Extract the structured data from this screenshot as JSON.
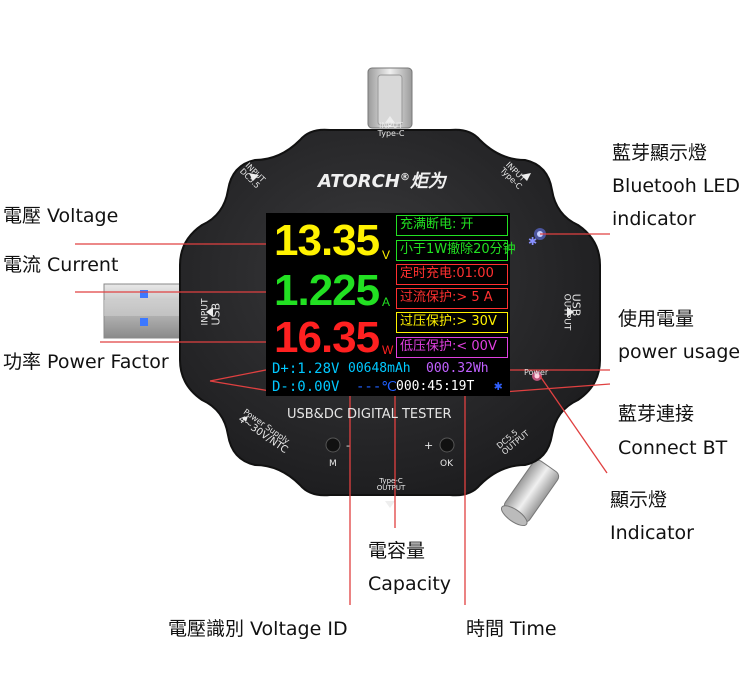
{
  "device": {
    "brand": "ATORCH",
    "brand_cn": "炬为",
    "product_label": "USB&DC DIGITAL TESTER",
    "ports": {
      "top": [
        "INPUT",
        "Type-C"
      ],
      "top_left": [
        "INPUT",
        "DC5.5"
      ],
      "top_right": [
        "INPUT",
        "Type-C"
      ],
      "left": [
        "INPUT",
        "USB"
      ],
      "right": [
        "USB",
        "OUTPUT"
      ],
      "bottom_left": [
        "Power Supply",
        "4~30V/NTC"
      ],
      "bottom_center": [
        "Type-C",
        "OUTPUT"
      ],
      "bottom_right": [
        "DC5.5",
        "OUTPUT"
      ]
    },
    "power_led_label": "Power",
    "buttons": {
      "m_label": "M",
      "m_sign": "-",
      "ok_label": "OK",
      "ok_sign": "+"
    }
  },
  "screen": {
    "voltage": {
      "value": "13.35",
      "unit": "V",
      "color": "#fff200"
    },
    "current": {
      "value": "1.225",
      "unit": "A",
      "color": "#22e022"
    },
    "power": {
      "value": "16.35",
      "unit": "W",
      "color": "#ff2020"
    },
    "right_panel": [
      {
        "text": "充满断电: 开",
        "color": "#22e022"
      },
      {
        "text": "小于1W撤除20分钟",
        "color": "#22e022"
      },
      {
        "text": "定时充电:01:00",
        "color": "#ff3030"
      },
      {
        "text": "过流保护:> 5 A",
        "color": "#ff3030"
      },
      {
        "text": "过压保护:> 30V",
        "color": "#fff200"
      },
      {
        "text": "低压保护:< 00V",
        "color": "#e040e0"
      }
    ],
    "dplus": "D+:1.28V",
    "capacity": "00648mAh",
    "energy": "000.32Wh",
    "dminus": "D-:0.00V",
    "temperature": "---℃",
    "timer": "000:45:19T",
    "bt_symbol": "✱"
  },
  "callouts": {
    "voltage": "電壓 Voltage",
    "current": "電流 Current",
    "power": "功率 Power Factor",
    "bt_led_1": "藍芽顯示燈",
    "bt_led_2": "Bluetooh LED",
    "bt_led_3": "indicator",
    "usage_1": "使用電量",
    "usage_2": "power usage",
    "connect_1": "藍芽連接",
    "connect_2": "Connect BT",
    "indicator_1": "顯示燈",
    "indicator_2": "Indicator",
    "capacity_1": "電容量",
    "capacity_2": "Capacity",
    "voltage_id": "電壓識別 Voltage ID",
    "time": "時間 Time"
  },
  "colors": {
    "callout_line": "#e04040",
    "device_body": "#2a2a2c"
  }
}
